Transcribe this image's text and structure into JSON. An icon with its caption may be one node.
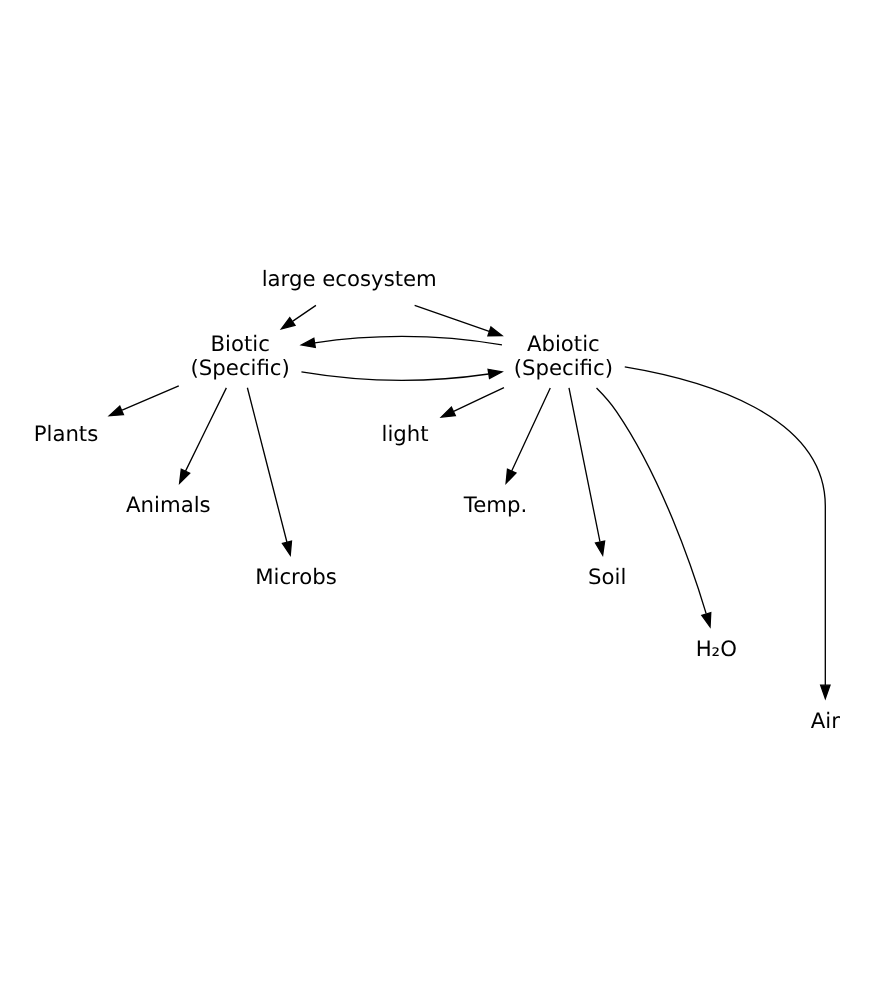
{
  "diagram": {
    "nodes": [
      {
        "text": [
          "large ecosystem"
        ]
      },
      {
        "text": [
          "Biotic",
          "(Specific)"
        ]
      },
      {
        "text": [
          "Abiotic",
          "(Specific)"
        ]
      },
      {
        "text": [
          "Plants"
        ]
      },
      {
        "text": [
          "Animals"
        ]
      },
      {
        "text": [
          "Microbs"
        ]
      },
      {
        "text": [
          "light"
        ]
      },
      {
        "text": [
          "Temp."
        ]
      },
      {
        "text": [
          "Soil"
        ]
      },
      {
        "text": [
          "H₂O"
        ]
      },
      {
        "text": [
          "Air"
        ]
      }
    ],
    "edges": [
      {
        "from": 0,
        "to": 1,
        "arrow": "to"
      },
      {
        "from": 0,
        "to": 2,
        "arrow": "to"
      },
      {
        "from": 1,
        "to": 2,
        "arrow": "to"
      },
      {
        "from": 2,
        "to": 1,
        "arrow": "to"
      },
      {
        "from": 1,
        "to": 3,
        "arrow": "to"
      },
      {
        "from": 1,
        "to": 4,
        "arrow": "to"
      },
      {
        "from": 1,
        "to": 5,
        "arrow": "to"
      },
      {
        "from": 2,
        "to": 6,
        "arrow": "to"
      },
      {
        "from": 2,
        "to": 7,
        "arrow": "to"
      },
      {
        "from": 2,
        "to": 8,
        "arrow": "to"
      },
      {
        "from": 2,
        "to": 9,
        "arrow": "to"
      },
      {
        "from": 2,
        "to": 10,
        "arrow": "to"
      }
    ]
  }
}
